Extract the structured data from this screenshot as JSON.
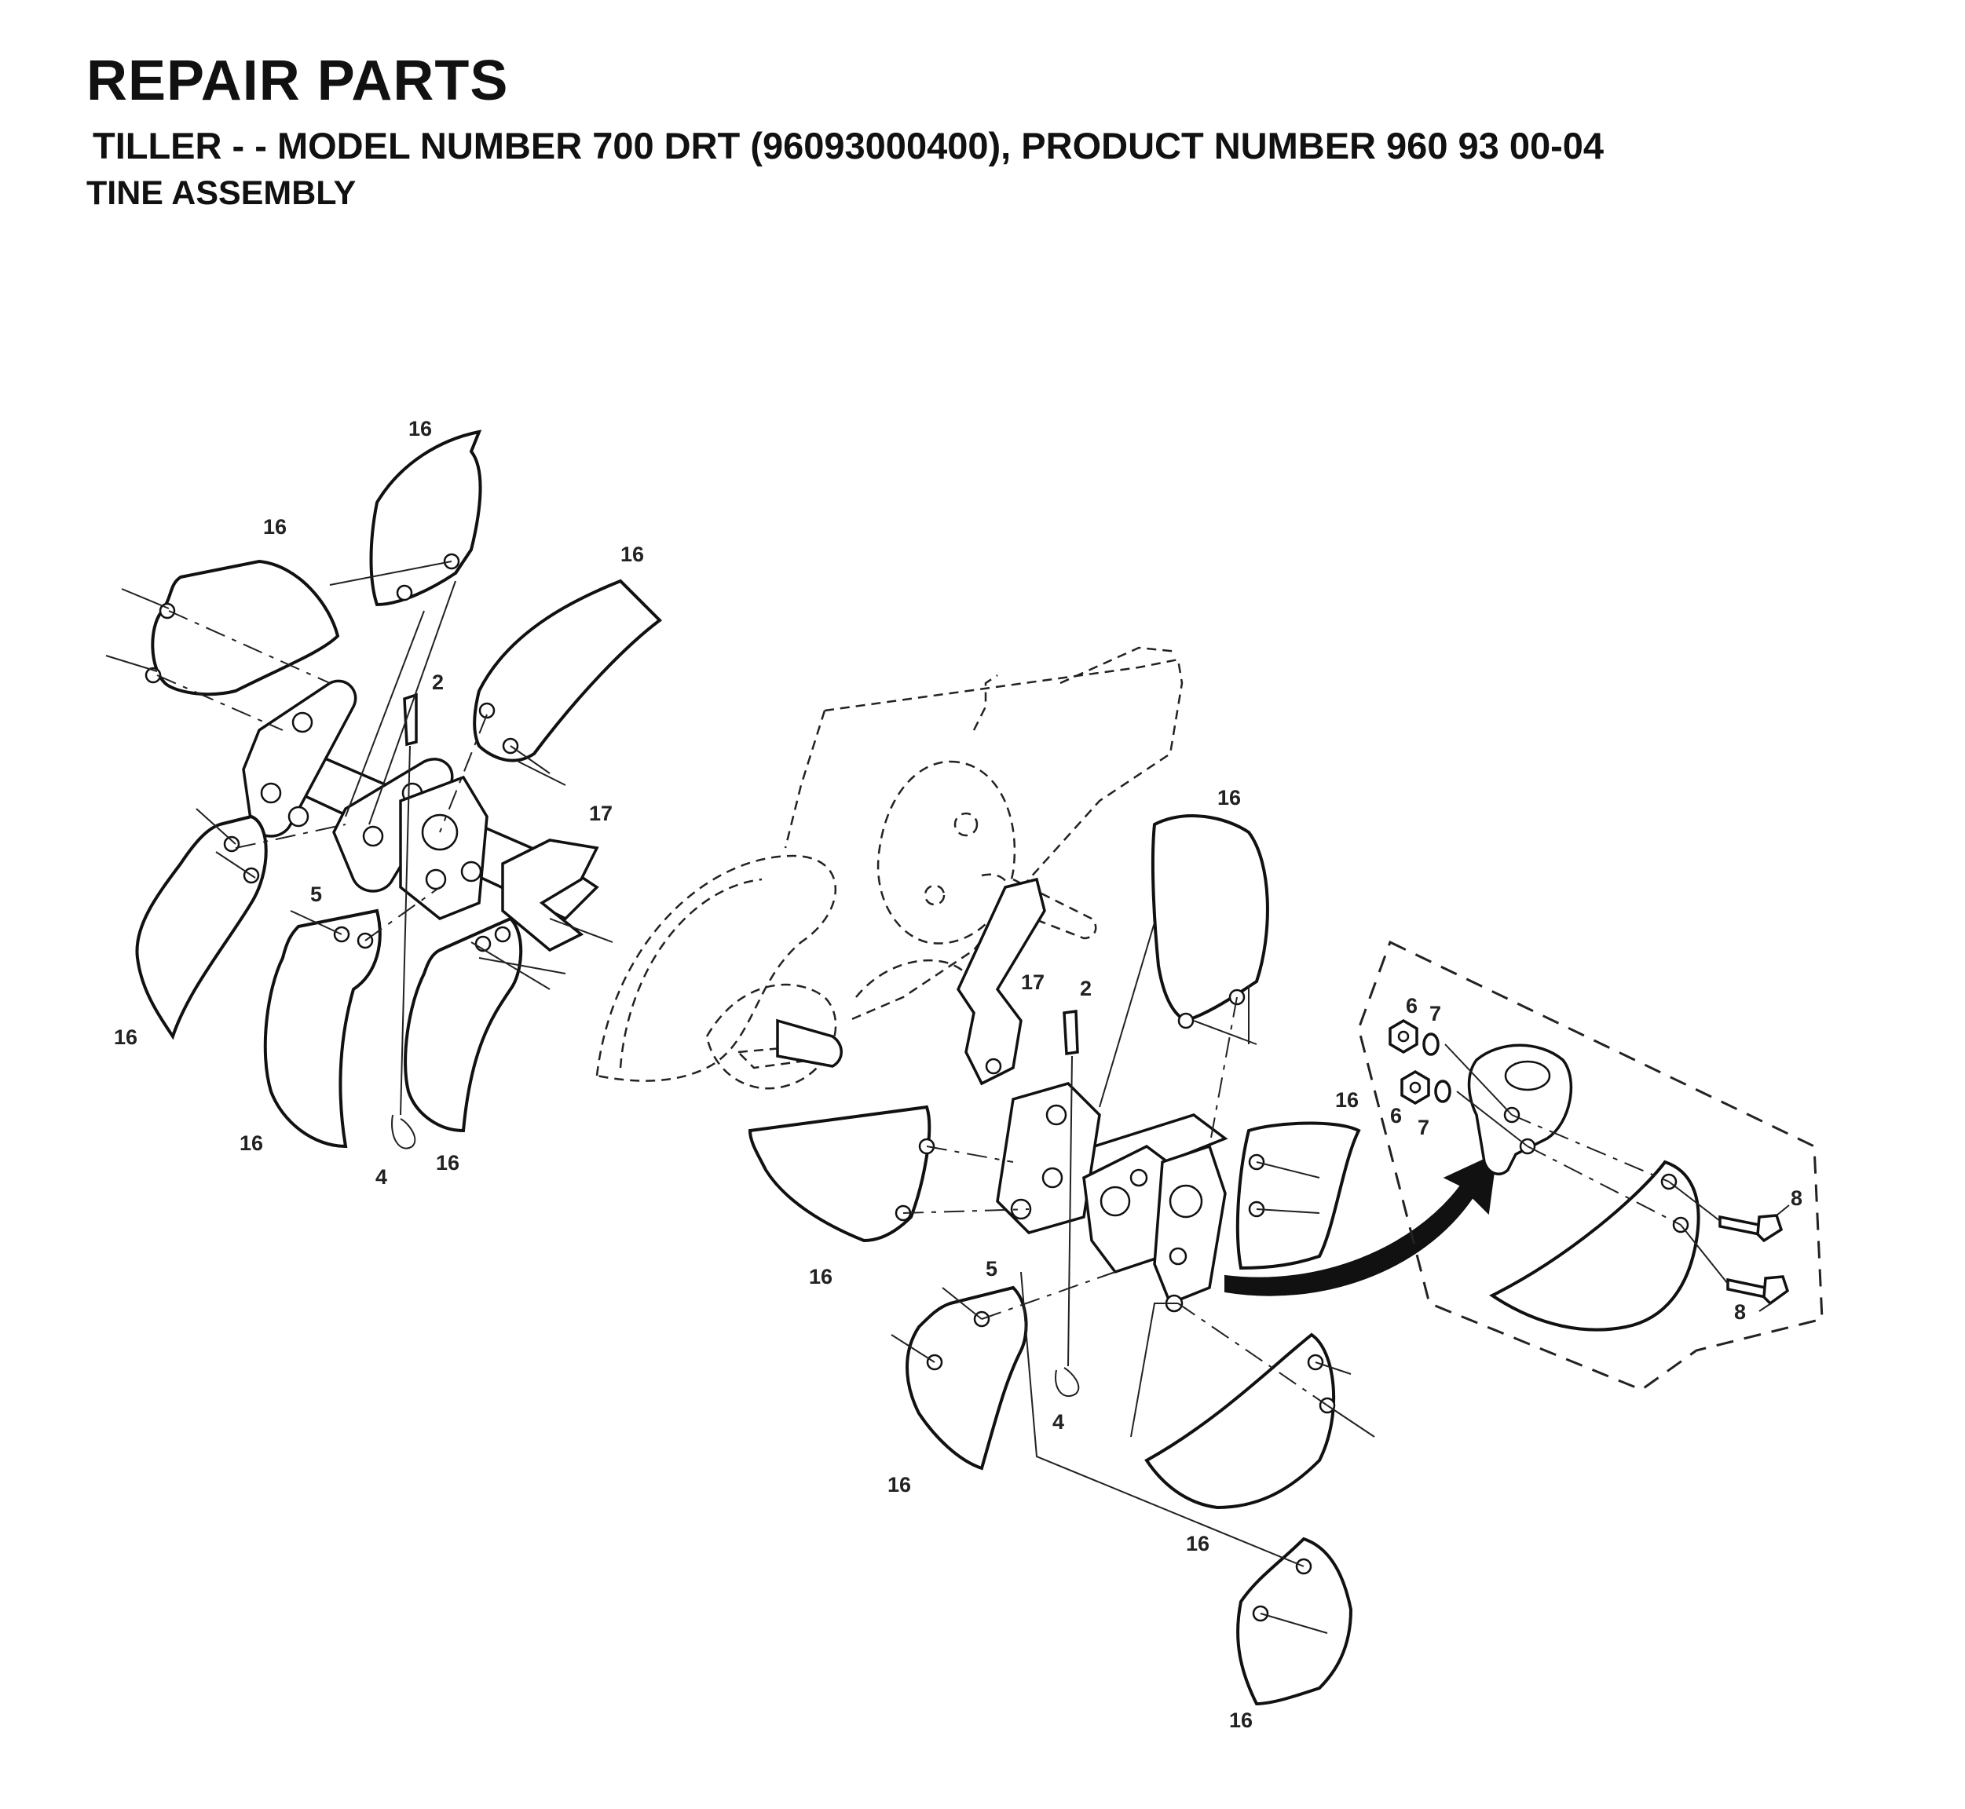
{
  "header": {
    "title": "REPAIR PARTS",
    "subtitle": "TILLER - - MODEL NUMBER 700 DRT (96093000400), PRODUCT NUMBER 960 93 00-04",
    "section": "TINE ASSEMBLY"
  },
  "callouts": {
    "p2": "2",
    "p4": "4",
    "p5": "5",
    "p6": "6",
    "p7": "7",
    "p8": "8",
    "p16": "16",
    "p17": "17"
  },
  "colors": {
    "ink": "#111111",
    "paper": "#ffffff"
  }
}
